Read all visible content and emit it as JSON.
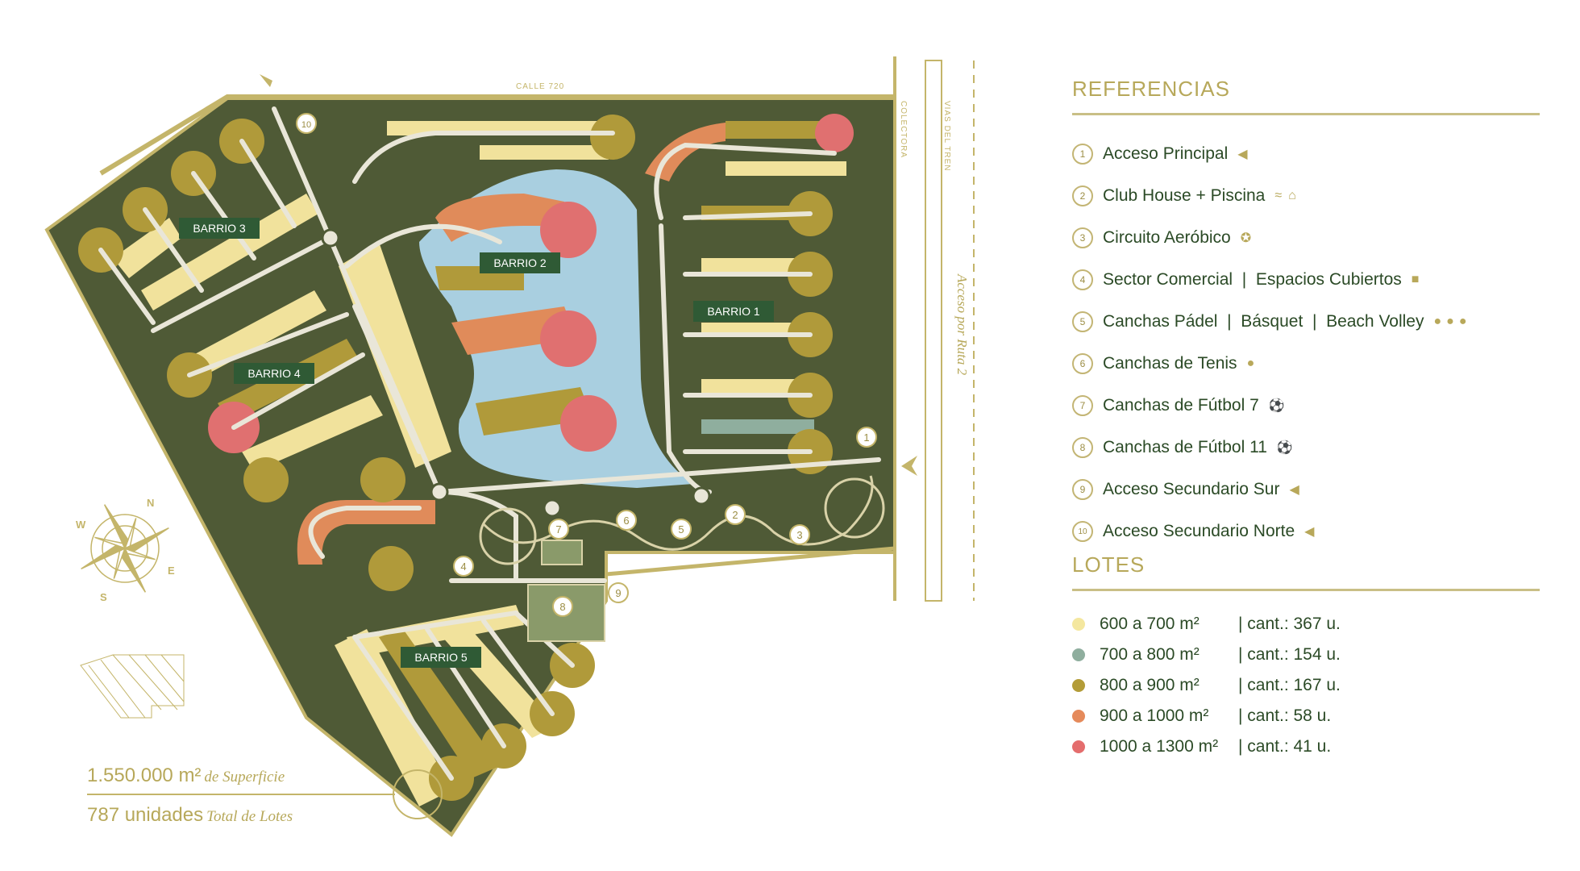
{
  "map": {
    "street_top": "CALLE 720",
    "street_collector": "COLECTORA",
    "street_train": "VIAS DEL TREN",
    "access_route": "Acceso por Ruta 2",
    "neighborhoods": [
      "BARRIO 1",
      "BARRIO 2",
      "BARRIO 3",
      "BARRIO 4",
      "BARRIO 5"
    ],
    "markers": [
      "1",
      "2",
      "3",
      "4",
      "5",
      "6",
      "7",
      "8",
      "9",
      "10"
    ],
    "compass": {
      "n": "N",
      "e": "E",
      "s": "S",
      "w": "W"
    },
    "colors": {
      "forest": "#4f5a36",
      "road": "#e9e6d8",
      "lake": "#a9cfe0",
      "lot600": "#f1e29c",
      "lot700": "#8fae9e",
      "lot800": "#b09a3a",
      "lot900": "#e08b5a",
      "lot1000": "#e07070",
      "gold": "#c4b56a"
    }
  },
  "summary": {
    "surface_value": "1.550.000 m²",
    "surface_label": "de Superficie",
    "units_value": "787 unidades",
    "units_label": "Total de Lotes"
  },
  "legend": {
    "title": "REFERENCIAS",
    "items": [
      {
        "n": "1",
        "label": "Acceso Principal",
        "icons": [
          "arrow-icon"
        ]
      },
      {
        "n": "2",
        "label": "Club House + Piscina",
        "icons": [
          "swimmer-icon",
          "house-icon"
        ]
      },
      {
        "n": "3",
        "label": "Circuito Aeróbico",
        "icons": [
          "runner-icon"
        ]
      },
      {
        "n": "4",
        "label": "Sector Comercial  |  Espacios Cubiertos",
        "icons": [
          "bag-icon"
        ]
      },
      {
        "n": "5",
        "label": "Canchas Pádel  |  Básquet  |  Beach Volley",
        "icons": [
          "ball-icon",
          "ball-icon",
          "ball-icon"
        ]
      },
      {
        "n": "6",
        "label": "Canchas de Tenis",
        "icons": [
          "tennis-ball-icon"
        ]
      },
      {
        "n": "7",
        "label": "Canchas de Fútbol 7",
        "icons": [
          "soccer-ball-icon"
        ]
      },
      {
        "n": "8",
        "label": "Canchas de Fútbol 11",
        "icons": [
          "soccer-ball-icon"
        ]
      },
      {
        "n": "9",
        "label": "Acceso Secundario Sur",
        "icons": [
          "arrow-icon"
        ]
      },
      {
        "n": "10",
        "label": "Acceso Secundario Norte",
        "icons": [
          "arrow-icon"
        ]
      }
    ]
  },
  "lots": {
    "title": "LOTES",
    "items": [
      {
        "range": "600 a 700 m²",
        "count": "| cant.: 367 u.",
        "color": "#f4e79f"
      },
      {
        "range": "700 a 800 m²",
        "count": "| cant.: 154 u.",
        "color": "#8fae9e"
      },
      {
        "range": "800 a 900 m²",
        "count": "| cant.: 167 u.",
        "color": "#b39c38"
      },
      {
        "range": "900 a 1000 m²",
        "count": "| cant.: 58 u.",
        "color": "#e58a5b"
      },
      {
        "range": "1000 a 1300 m²",
        "count": "| cant.: 41 u.",
        "color": "#e46d6d"
      }
    ]
  }
}
